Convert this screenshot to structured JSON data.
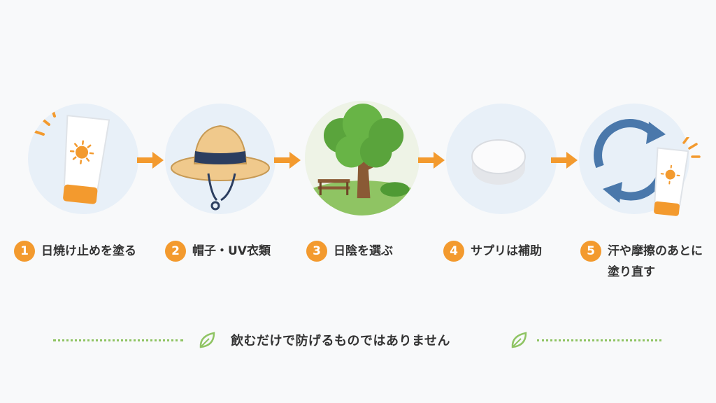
{
  "steps": [
    {
      "number": "1",
      "label": "日焼け止めを塗る",
      "icon": "sunscreen-icon"
    },
    {
      "number": "2",
      "label": "帽子・UV衣類",
      "icon": "sun-hat-icon"
    },
    {
      "number": "3",
      "label": "日陰を選ぶ",
      "icon": "tree-shade-icon"
    },
    {
      "number": "4",
      "label": "サプリは補助",
      "icon": "supplement-pill-icon"
    },
    {
      "number": "5",
      "label_line1": "汗や摩擦のあとに",
      "label_line2": "塗り直す",
      "icon": "reapply-cycle-icon"
    }
  ],
  "footer": {
    "text": "飲むだけで防げるものではありません",
    "icon": "leaf-icon"
  },
  "colors": {
    "accent": "#f39a2e",
    "circle_bg": "#e8f0f8",
    "leaf": "#8fc463",
    "cycle_arrow": "#4a78ab"
  }
}
